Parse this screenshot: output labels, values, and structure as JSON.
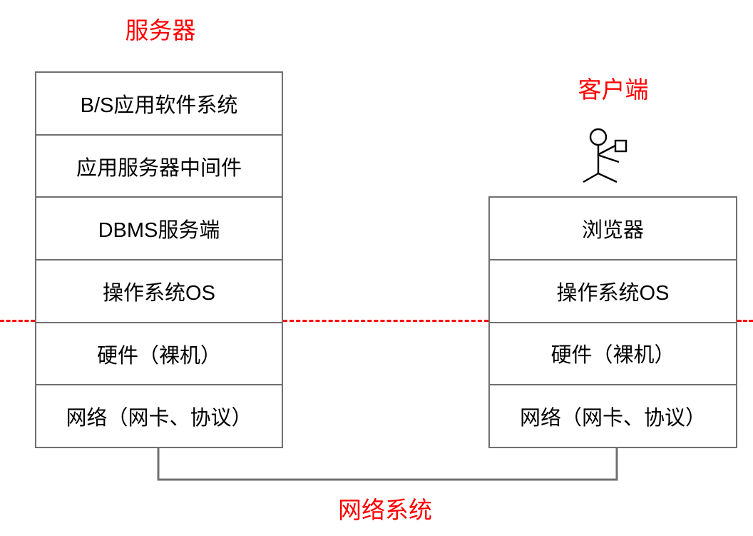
{
  "diagram": {
    "title_server": "服务器",
    "title_client": "客户端",
    "title_network": "网络系统",
    "accent_color": "#ff0000",
    "border_color": "#707070",
    "text_color": "#000000",
    "background_color": "#ffffff"
  },
  "server_stack": {
    "name": "服务器",
    "layers": [
      {
        "label": "B/S应用软件系统"
      },
      {
        "label": "应用服务器中间件"
      },
      {
        "label": "DBMS服务端"
      },
      {
        "label": "操作系统OS"
      },
      {
        "label": "硬件（裸机）"
      },
      {
        "label": "网络（网卡、协议）"
      }
    ]
  },
  "client_stack": {
    "name": "客户端",
    "layers": [
      {
        "label": "浏览器"
      },
      {
        "label": "操作系统OS"
      },
      {
        "label": "硬件（裸机）"
      },
      {
        "label": "网络（网卡、协议）"
      }
    ]
  },
  "annotations": {
    "software_hardware_divider": "red-dashed-line",
    "user_actor": "stick-figure-user",
    "network_link": "网络系统"
  }
}
